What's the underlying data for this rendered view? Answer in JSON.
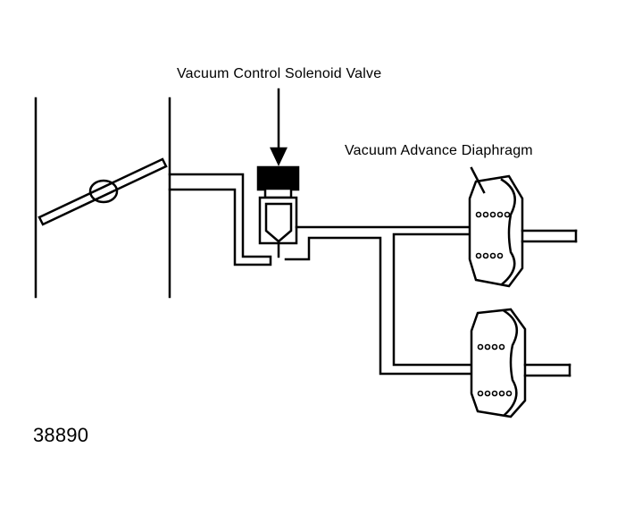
{
  "labels": {
    "solenoid_valve": "Vacuum Control Solenoid Valve",
    "advance_diaphragm": "Vacuum Advance Diaphragm",
    "figure_number": "38890"
  }
}
